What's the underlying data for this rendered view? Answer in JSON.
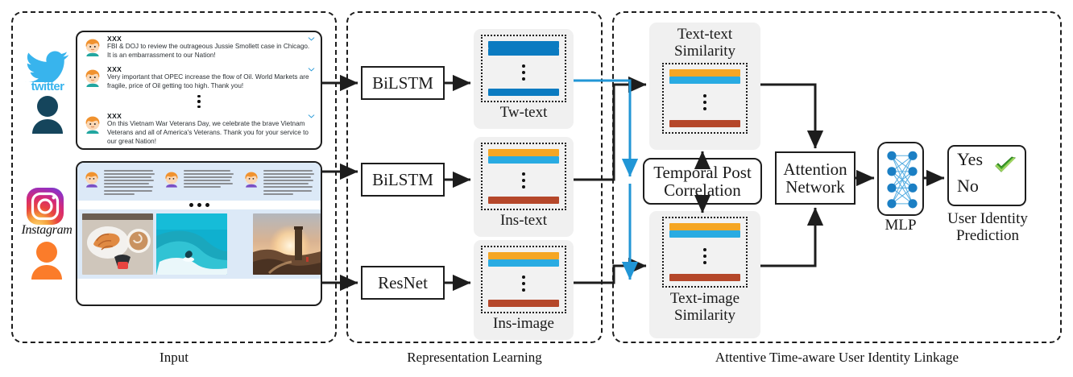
{
  "figure": {
    "stages": [
      {
        "id": "input",
        "caption": "Input"
      },
      {
        "id": "representation",
        "caption": "Representation Learning"
      },
      {
        "id": "linkage",
        "caption": "Attentive Time-aware User Identity Linkage"
      }
    ]
  },
  "input": {
    "twitter": {
      "logo_name": "twitter-bird-logo",
      "wordmark": "twitter",
      "avatar_name": "twitter-user-silhouette",
      "posts": [
        {
          "handle": "XXX",
          "text": "FBI & DOJ to review the outrageous Jussie Smollett case in Chicago. It is an embarrassment to our Nation!"
        },
        {
          "handle": "XXX",
          "text": "Very important that OPEC increase the flow of Oil. World Markets are fragile, price of Oil getting too high. Thank you!"
        },
        {
          "handle": "XXX",
          "text": "On this Vietnam War Veterans Day, we celebrate the brave Vietnam Veterans and all of America's Veterans. Thank you for your service to our great Nation!"
        }
      ]
    },
    "instagram": {
      "logo_name": "instagram-logo",
      "wordmark": "Instagram",
      "avatar_name": "instagram-user-silhouette",
      "text_posts_count": 3,
      "photos": [
        {
          "name": "photo-croissant-coffee"
        },
        {
          "name": "photo-surfing-wave"
        },
        {
          "name": "photo-sunset-tower"
        }
      ]
    }
  },
  "representation": {
    "encoders": [
      {
        "label": "BiLSTM",
        "for": "tw-text"
      },
      {
        "label": "BiLSTM",
        "for": "ins-text"
      },
      {
        "label": "ResNet",
        "for": "ins-image"
      }
    ],
    "features": [
      {
        "id": "tw-text",
        "label": "Tw-text",
        "bars": [
          "#0b7bc1",
          "#0b7bc1",
          "#0b7bc1"
        ]
      },
      {
        "id": "ins-text",
        "label": "Ins-text",
        "bars": [
          "#f5a623",
          "#29abe2",
          "#b5472a"
        ]
      },
      {
        "id": "ins-image",
        "label": "Ins-image",
        "bars": [
          "#f5a623",
          "#29abe2",
          "#b5472a"
        ]
      }
    ]
  },
  "linkage": {
    "similarity": [
      {
        "id": "text-text",
        "label": "Text-text\nSimilarity",
        "label_line1": "Text-text",
        "label_line2": "Similarity",
        "label_position": "above",
        "bars": [
          "#f5a623",
          "#29abe2",
          "#b5472a"
        ]
      },
      {
        "id": "text-image",
        "label": "Text-image\nSimilarity",
        "label_line1": "Text-image",
        "label_line2": "Similarity",
        "label_position": "below",
        "bars": [
          "#f5a623",
          "#29abe2",
          "#b5472a"
        ]
      }
    ],
    "temporal_box": {
      "line1": "Temporal Post",
      "line2": "Correlation"
    },
    "attention_box": {
      "line1": "Attention",
      "line2": "Network"
    },
    "mlp": {
      "label": "MLP",
      "input_nodes": 4,
      "output_nodes": 4,
      "node_color": "#1b7fc4",
      "edge_color": "#4aa8e0"
    },
    "output": {
      "yes": "Yes",
      "no": "No",
      "check_icon": "green-check-icon",
      "label_line1": "User Identity",
      "label_line2": "Prediction"
    }
  },
  "colors": {
    "tw_bar": "#0b7bc1",
    "orange_bar": "#f5a623",
    "lightblue_bar": "#29abe2",
    "brown_bar": "#b5472a",
    "blue_wire": "#2196d6",
    "ink": "#1d1d1d",
    "panel_fill": "#f0f0f0",
    "ig_post_bg": "#dce9f7"
  }
}
